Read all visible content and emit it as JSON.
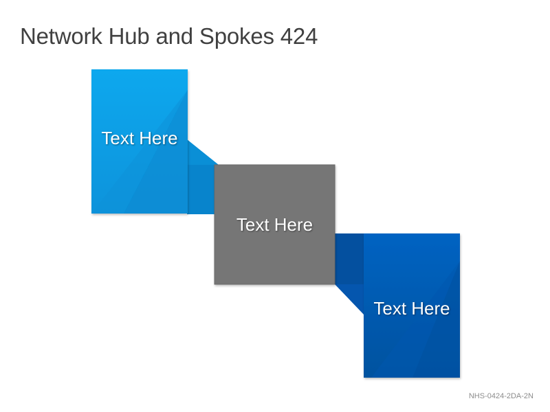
{
  "title": "Network Hub and Spokes 424",
  "nodes": [
    {
      "label": "Text Here",
      "color": "#0AA5EC"
    },
    {
      "label": "Text Here",
      "color": "#767676"
    },
    {
      "label": "Text Here",
      "color": "#0563C1"
    }
  ],
  "code": "NHS-0424-2DA-2N"
}
